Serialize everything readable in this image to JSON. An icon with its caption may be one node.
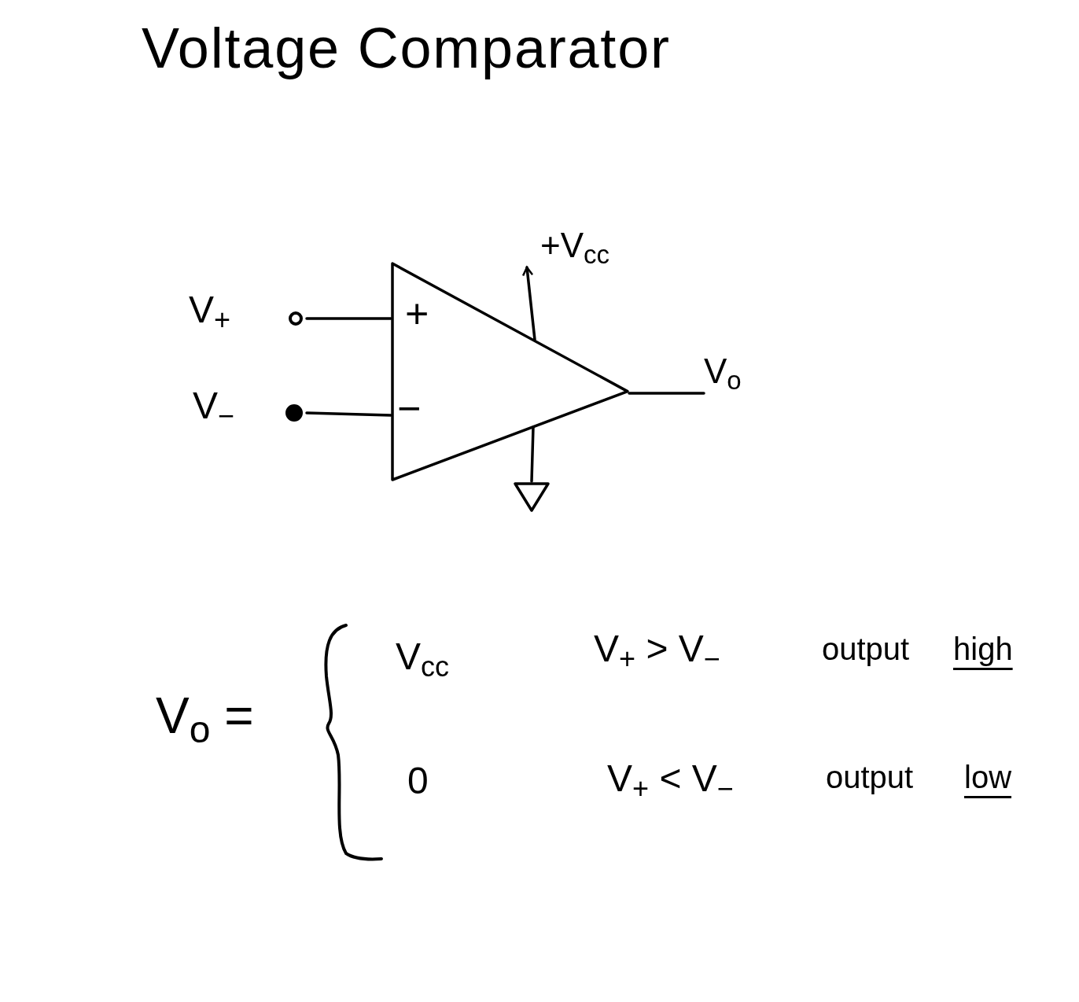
{
  "diagram": {
    "title": "Voltage Comparator",
    "nodes": [
      {
        "text": [
          "+",
          "−"
        ]
      },
      {
        "text": [
          "V$_{+}$"
        ]
      },
      {
        "text": [
          "V$_{−}$"
        ]
      },
      {
        "text": [
          "+V$_{cc}$"
        ]
      },
      {
        "text": [
          "V$_{o}$"
        ]
      },
      {
        "text": [],
        "shape": "triangle"
      }
    ],
    "edges": [
      {
        "from": 1,
        "to": 0,
        "arrow": "none"
      },
      {
        "from": 2,
        "to": 0,
        "arrow": "none"
      },
      {
        "from": 0,
        "to": 3,
        "arrow": "to"
      },
      {
        "from": 0,
        "to": 4,
        "arrow": "none"
      },
      {
        "from": 0,
        "to": 5,
        "arrow": "none"
      }
    ],
    "labels": [
      "V$_{o}$ =",
      "V$_{cc}$",
      "V$_{+}$ > V$_{−}$",
      "output",
      "high",
      "0",
      "V$_{+}$ < V$_{−}$",
      "output",
      "low"
    ]
  }
}
